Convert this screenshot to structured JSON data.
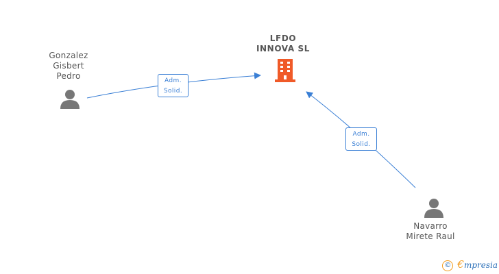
{
  "company": {
    "name_line1": "LFDO",
    "name_line2": "INNOVA SL",
    "icon": "building-icon",
    "icon_color": "#f05a28"
  },
  "people": [
    {
      "line1": "Gonzalez",
      "line2": "Gisbert",
      "line3": "Pedro",
      "icon": "person-icon"
    },
    {
      "line1": "Navarro",
      "line2": "Mirete Raul",
      "icon": "person-icon"
    }
  ],
  "relations": [
    {
      "role_line1": "Adm.",
      "role_line2": "Solid."
    },
    {
      "role_line1": "Adm.",
      "role_line2": "Solid."
    }
  ],
  "colors": {
    "edge": "#3a7fd5",
    "person_icon": "#777777",
    "label_text": "#555555"
  },
  "watermark": {
    "copyright_symbol": "©",
    "brand_initial": "€",
    "brand_rest": "mpresia"
  }
}
